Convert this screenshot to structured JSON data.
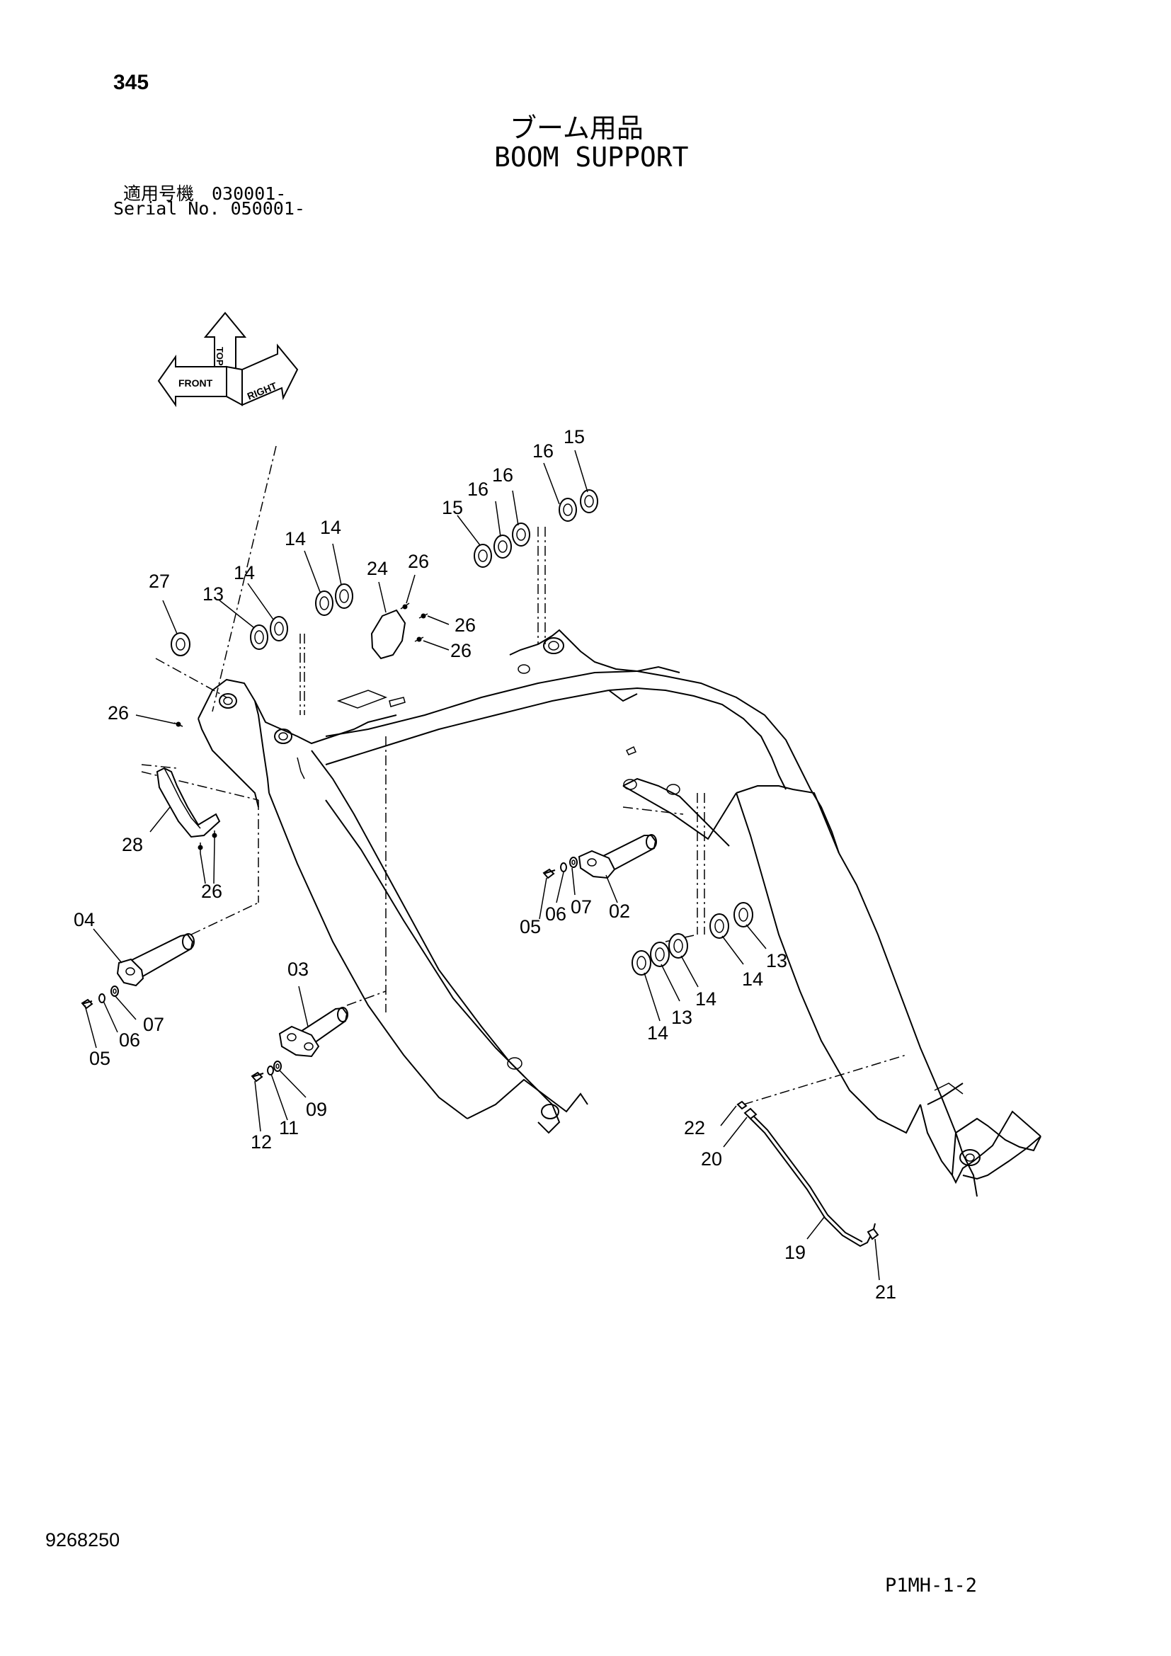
{
  "page_number": "345",
  "title_jp": "ブーム用品",
  "title_en": "BOOM SUPPORT",
  "serial_jp": "適用号機　030001-",
  "serial_en": "Serial No. 050001-",
  "orientation_icon": {
    "front": "FRONT",
    "top": "TOP",
    "right": "RIGHT"
  },
  "callouts": [
    {
      "id": "c-16a",
      "label": "16"
    },
    {
      "id": "c-15a",
      "label": "15"
    },
    {
      "id": "c-16b",
      "label": "16"
    },
    {
      "id": "c-16c",
      "label": "16"
    },
    {
      "id": "c-15b",
      "label": "15"
    },
    {
      "id": "c-14a",
      "label": "14"
    },
    {
      "id": "c-14b",
      "label": "14"
    },
    {
      "id": "c-24",
      "label": "24"
    },
    {
      "id": "c-26a",
      "label": "26"
    },
    {
      "id": "c-27",
      "label": "27"
    },
    {
      "id": "c-14c",
      "label": "14"
    },
    {
      "id": "c-13a",
      "label": "13"
    },
    {
      "id": "c-26b",
      "label": "26"
    },
    {
      "id": "c-26c",
      "label": "26"
    },
    {
      "id": "c-26d",
      "label": "26"
    },
    {
      "id": "c-28",
      "label": "28"
    },
    {
      "id": "c-26e",
      "label": "26"
    },
    {
      "id": "c-04",
      "label": "04"
    },
    {
      "id": "c-07a",
      "label": "07"
    },
    {
      "id": "c-06a",
      "label": "06"
    },
    {
      "id": "c-05a",
      "label": "05"
    },
    {
      "id": "c-03",
      "label": "03"
    },
    {
      "id": "c-09",
      "label": "09"
    },
    {
      "id": "c-11",
      "label": "11"
    },
    {
      "id": "c-12",
      "label": "12"
    },
    {
      "id": "c-07b",
      "label": "07"
    },
    {
      "id": "c-06b",
      "label": "06"
    },
    {
      "id": "c-05b",
      "label": "05"
    },
    {
      "id": "c-02",
      "label": "02"
    },
    {
      "id": "c-13b",
      "label": "13"
    },
    {
      "id": "c-14d",
      "label": "14"
    },
    {
      "id": "c-14e",
      "label": "14"
    },
    {
      "id": "c-13c",
      "label": "13"
    },
    {
      "id": "c-14f",
      "label": "14"
    },
    {
      "id": "c-22",
      "label": "22"
    },
    {
      "id": "c-20",
      "label": "20"
    },
    {
      "id": "c-19",
      "label": "19"
    },
    {
      "id": "c-21",
      "label": "21"
    }
  ],
  "drawing_number": "9268250",
  "page_code": "P1MH-1-2"
}
